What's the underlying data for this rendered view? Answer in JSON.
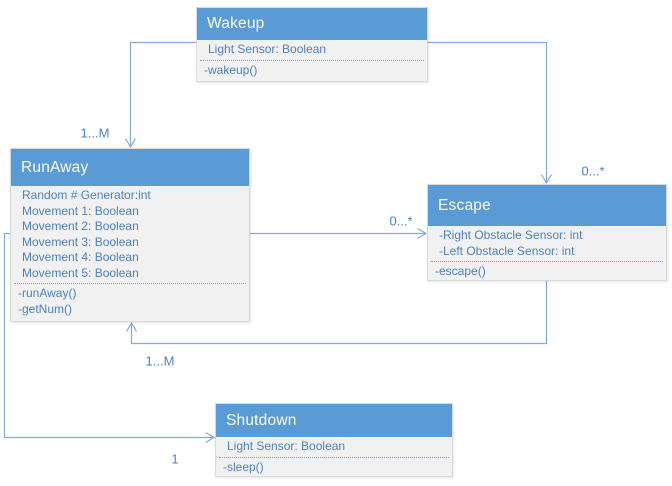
{
  "colors": {
    "header_bg": "#5b9bd5",
    "header_text": "#fbfdfe",
    "body_bg": "#f1f1f1",
    "body_border": "#d9d9d9",
    "body_text": "#4f81bd",
    "line": "#85aad5",
    "label_text": "#4f81bd"
  },
  "classes": [
    {
      "name": "Wakeup",
      "attributes": [
        "Light Sensor: Boolean"
      ],
      "methods": [
        "-wakeup()"
      ]
    },
    {
      "name": "RunAway",
      "attributes": [
        "Random # Generator:int",
        "Movement 1: Boolean",
        "Movement 2: Boolean",
        "Movement 3: Boolean",
        "Movement 4: Boolean",
        "Movement 5: Boolean"
      ],
      "methods": [
        "-runAway()",
        "-getNum()"
      ]
    },
    {
      "name": "Escape",
      "attributes": [
        "-Right Obstacle Sensor: int",
        "-Left Obstacle Sensor: int"
      ],
      "methods": [
        "-escape()"
      ]
    },
    {
      "name": "Shutdown",
      "attributes": [
        "Light Sensor: Boolean"
      ],
      "methods": [
        "-sleep()"
      ]
    }
  ],
  "connections": [
    {
      "from": "Wakeup",
      "to": "RunAway",
      "label": "1...M"
    },
    {
      "from": "Wakeup",
      "to": "Escape",
      "label": "0...*"
    },
    {
      "from": "RunAway",
      "to": "Escape",
      "label": "0...*"
    },
    {
      "from": "Escape",
      "to": "RunAway",
      "label": "1...M"
    },
    {
      "from": "RunAway",
      "to": "Shutdown",
      "label": "1"
    }
  ]
}
